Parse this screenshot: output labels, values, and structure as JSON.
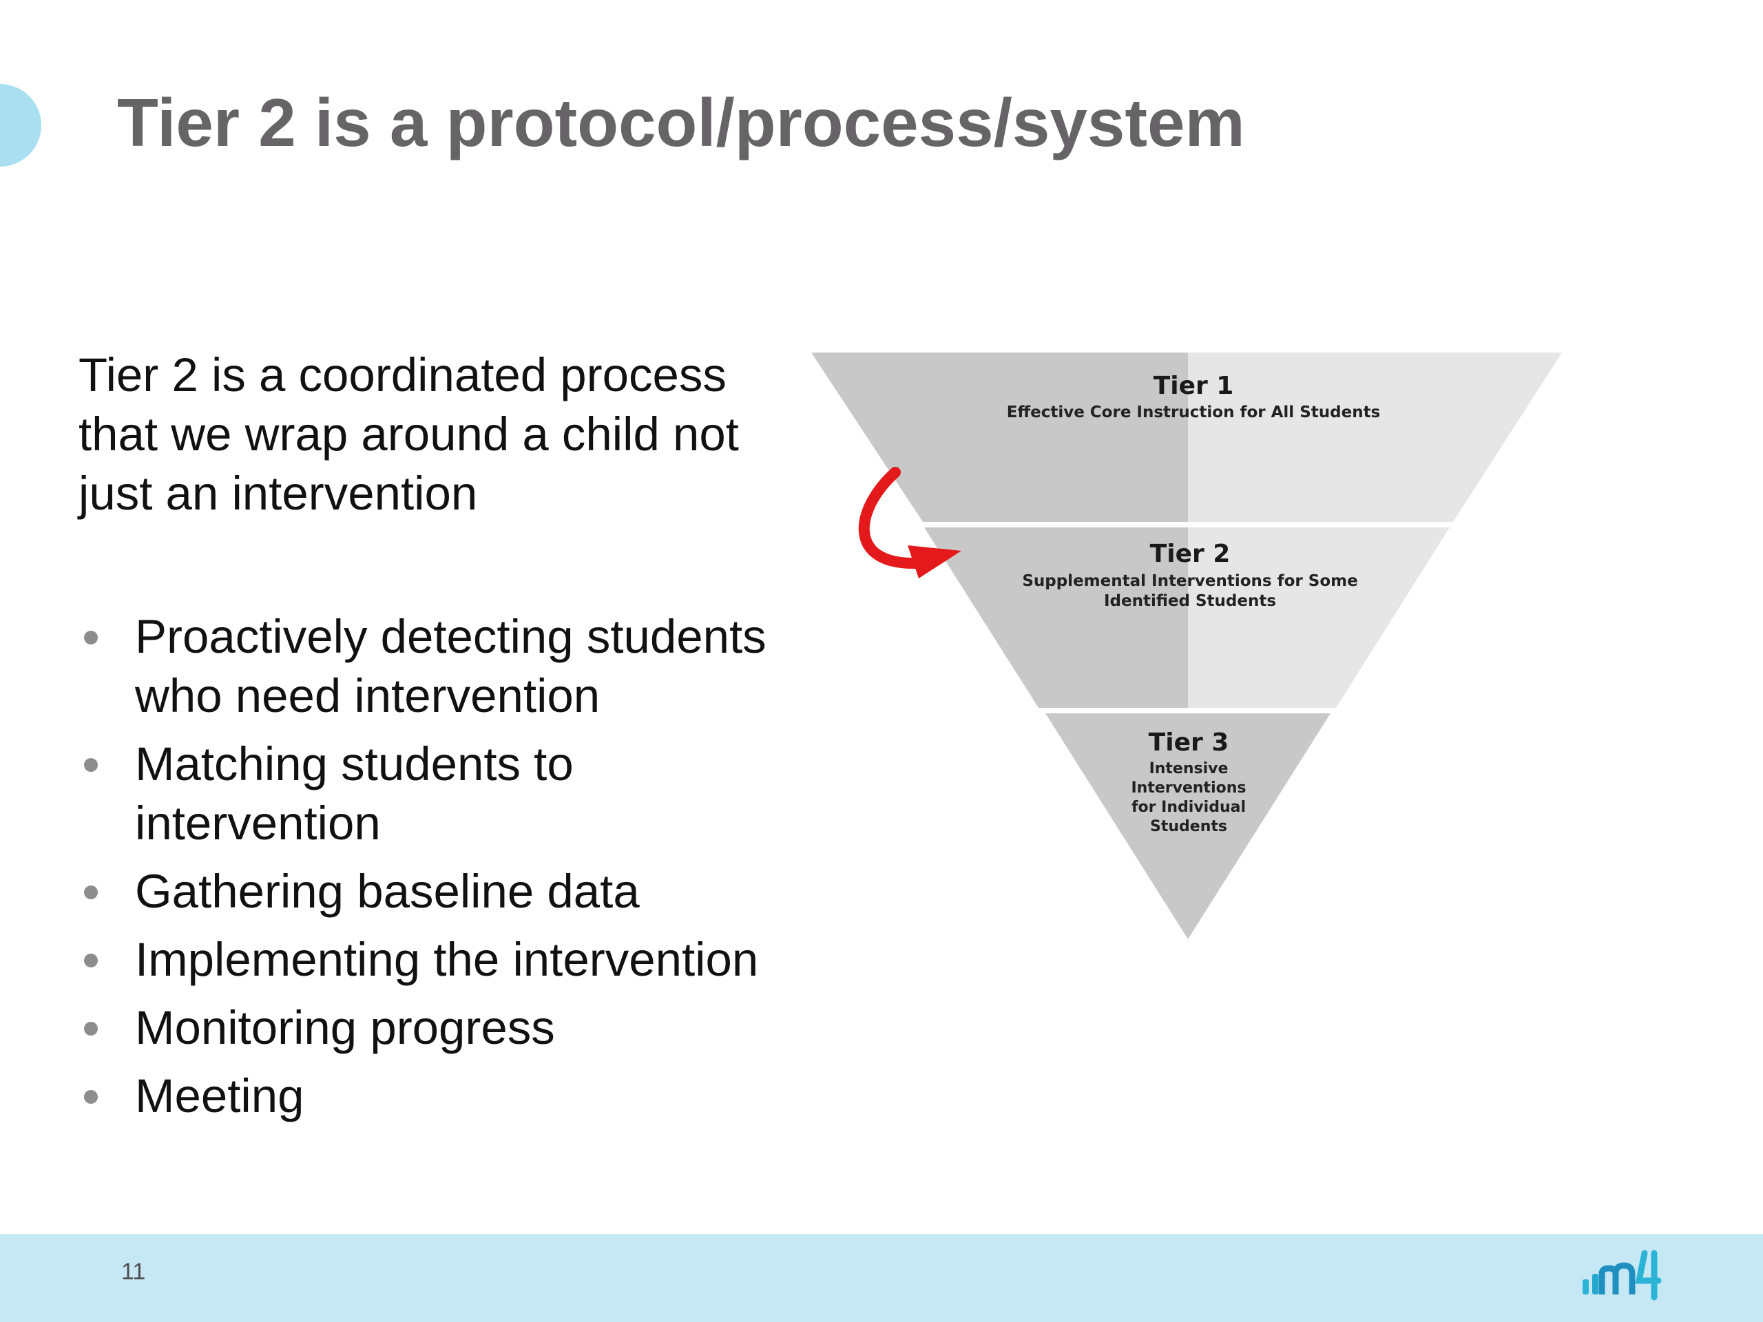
{
  "slide": {
    "title": "Tier 2 is a protocol/process/system",
    "intro": "Tier 2 is a coordinated process that we wrap around a child not just an intervention",
    "bullets": [
      "Proactively detecting students who need intervention",
      "Matching students to intervention",
      "Gathering baseline data",
      "Implementing the intervention",
      "Monitoring progress",
      "Meeting"
    ],
    "page_number": "11"
  },
  "diagram": {
    "tiers": [
      {
        "title": "Tier 1",
        "lines": [
          "Effective Core Instruction for All Students"
        ]
      },
      {
        "title": "Tier 2",
        "lines": [
          "Supplemental Interventions for Some",
          "Identified Students"
        ]
      },
      {
        "title": "Tier 3",
        "lines": [
          "Intensive",
          "Interventions",
          "for Individual",
          "Students"
        ]
      }
    ],
    "arrow_color": "#e3191b"
  },
  "colors": {
    "accent": "#a9dff0",
    "footer": "#c6e8f5",
    "title": "#666466"
  },
  "logo": {
    "icon": "m4-logo-icon"
  }
}
